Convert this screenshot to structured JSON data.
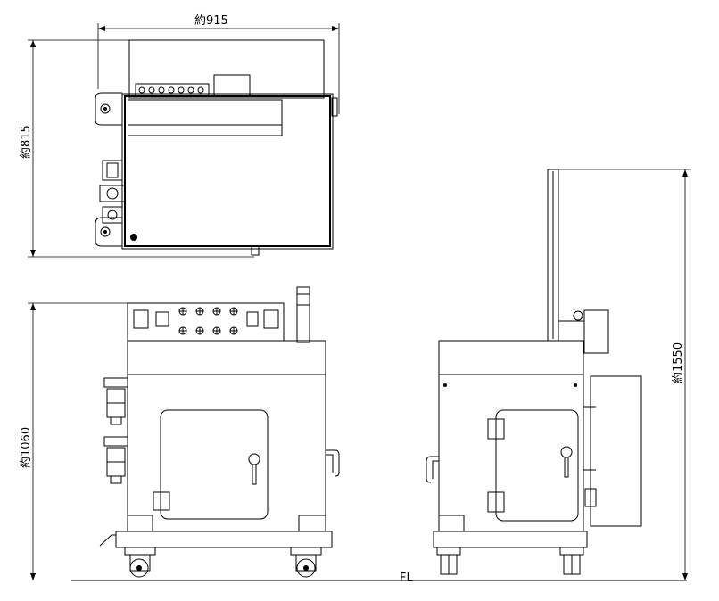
{
  "dimensions": {
    "width_top": "約915",
    "depth_top": "約815",
    "height_front": "約1060",
    "height_side": "約1550"
  },
  "floor_label": "FL"
}
